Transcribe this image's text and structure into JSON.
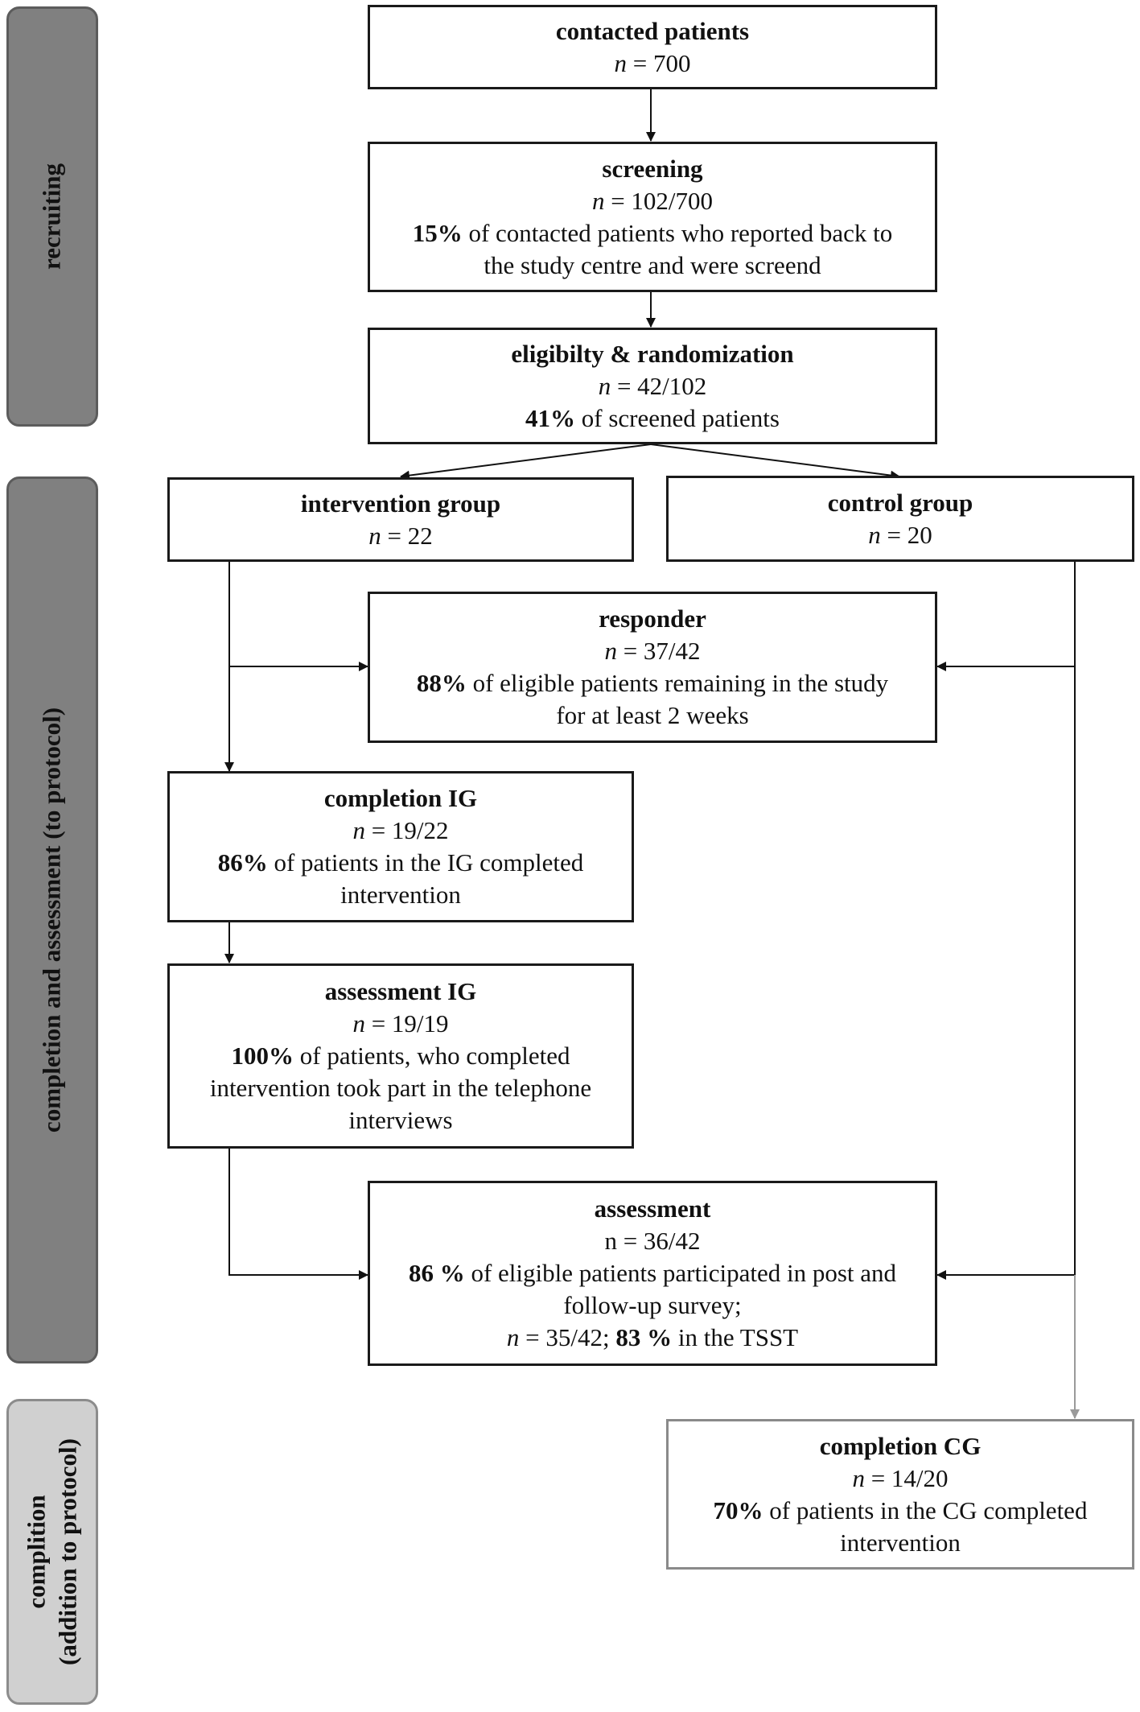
{
  "phases": {
    "recruiting": "recruiting",
    "completion_assessment": "completion and assessment (to protocol)",
    "completion_addition_line1": "complition",
    "completion_addition_line2": "(addition to protocol)"
  },
  "boxes": {
    "contacted": {
      "title": "contacted patients",
      "n_symbol": "n",
      "n_value": " = 700"
    },
    "screening": {
      "title": "screening",
      "n_symbol": "n",
      "n_value": " = 102/700",
      "pct": "15%",
      "desc1": " of contacted patients who reported back to",
      "desc2": "the study centre and were screend"
    },
    "eligibility": {
      "title": "eligibilty & randomization",
      "n_symbol": "n",
      "n_value": " = 42/102",
      "pct": "41%",
      "desc1": " of screened patients"
    },
    "intervention": {
      "title": "intervention group",
      "n_symbol": "n",
      "n_value": " = 22"
    },
    "control": {
      "title": "control group",
      "n_symbol": "n",
      "n_value": " = 20"
    },
    "responder": {
      "title": "responder",
      "n_symbol": "n",
      "n_value": " = 37/42",
      "pct": "88%",
      "desc1": " of eligible patients remaining in the study",
      "desc2": "for at least 2 weeks"
    },
    "completion_ig": {
      "title": "completion IG",
      "n_symbol": "n",
      "n_value": " = 19/22",
      "pct": "86%",
      "desc1": " of patients in the IG completed",
      "desc2": "intervention"
    },
    "assessment_ig": {
      "title": "assessment IG",
      "n_symbol": "n",
      "n_value": " = 19/19",
      "pct": "100%",
      "desc1": " of patients, who completed",
      "desc2": "intervention took part in the  telephone",
      "desc3": "interviews"
    },
    "assessment": {
      "title": "assessment",
      "n_line": "n = 36/42",
      "pct": "86 %",
      "desc1": " of eligible patients participated in post and",
      "desc2": "follow-up survey;",
      "n2_symbol": "n",
      "n2_value": " = 35/42; ",
      "pct2": "83 %",
      "desc3": " in the TSST"
    },
    "completion_cg": {
      "title": "completion CG",
      "n_symbol": "n",
      "n_value": " = 14/20",
      "pct": "70%",
      "desc1": " of patients in the CG completed",
      "desc2": "intervention"
    }
  }
}
